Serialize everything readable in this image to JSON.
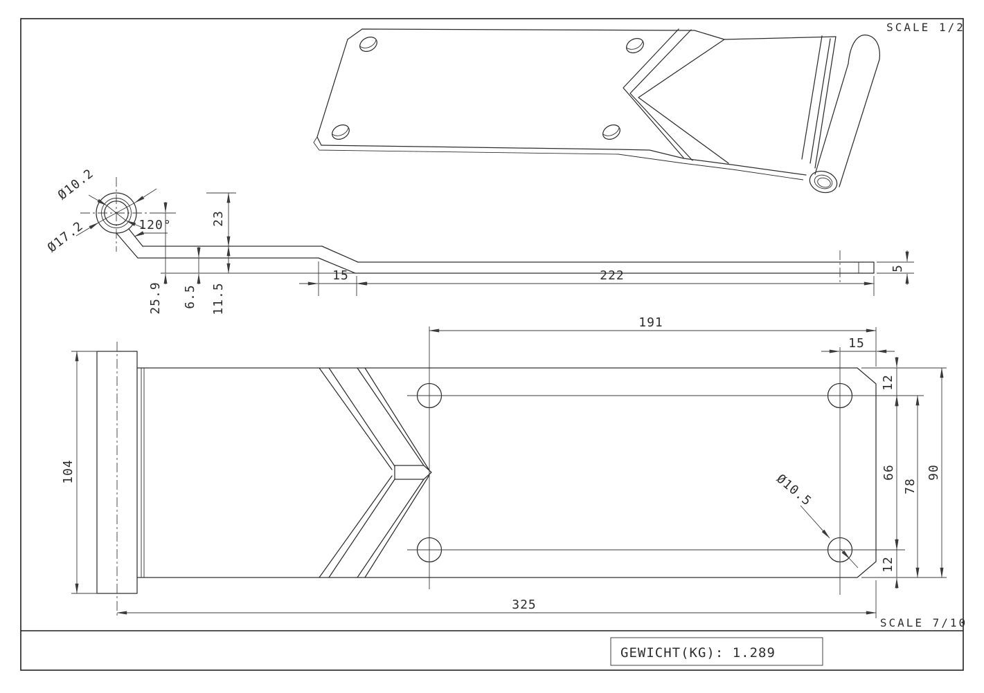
{
  "frame": {
    "scale_iso": "SCALE  1/2",
    "scale_ortho": "SCALE  7/10",
    "weight": "GEWICHT(KG): 1.289"
  },
  "side": {
    "dia_hole": "Ø10.2",
    "dia_outer": "Ø17.2",
    "angle": "120°",
    "d23": "23",
    "d25_9": "25.9",
    "d6_5": "6.5",
    "d11_5": "11.5",
    "d15": "15",
    "d222": "222",
    "d5": "5"
  },
  "plan": {
    "d104": "104",
    "d191": "191",
    "d15": "15",
    "d12_top": "12",
    "d66": "66",
    "d78": "78",
    "d90": "90",
    "d12_bottom": "12",
    "dia_hole": "Ø10.5",
    "d325": "325"
  }
}
